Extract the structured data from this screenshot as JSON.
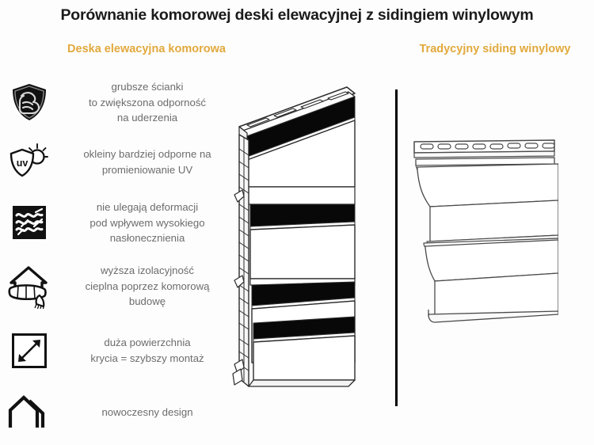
{
  "title": "Porównanie komorowej deski elewacyjnej z sidingiem winylowym",
  "headings": {
    "left": "Deska elewacyjna komorowa",
    "right": "Tradycyjny siding winylowy"
  },
  "colors": {
    "accent": "#e2a93c",
    "title": "#1b1b1b",
    "body_text": "#6c6c6c",
    "line_art": "#000000",
    "background": "#fdfdfd"
  },
  "features": [
    {
      "icon": "shield-muscle-icon",
      "lines": [
        "grubsze ścianki",
        "to zwiększona odporność",
        "na uderzenia"
      ],
      "text": "grubsze ścianki to zwiększona odporność na uderzenia"
    },
    {
      "icon": "uv-shield-sun-icon",
      "lines": [
        "okleiny bardziej odporne na",
        "promieniowanie UV"
      ],
      "text": "okleiny bardziej odporne na promieniowanie UV"
    },
    {
      "icon": "heat-waves-icon",
      "lines": [
        "nie ulegają deformacji",
        "pod wpływem wysokiego",
        "nasłonecznienia"
      ],
      "text": "nie ulegają deformacji pod wpływem wysokiego nasłonecznienia"
    },
    {
      "icon": "house-scarf-icon",
      "lines": [
        "wyższa izolacyjność",
        "cieplna poprzez komorową",
        "budowę"
      ],
      "text": "wyższa izolacyjność cieplna poprzez komorową budowę"
    },
    {
      "icon": "diagonal-arrow-square-icon",
      "lines": [
        "duża powierzchnia",
        "krycia = szybszy montaż"
      ],
      "text": "duża powierzchnia krycia = szybszy montaż"
    },
    {
      "icon": "modern-house-outline-icon",
      "lines": [
        "nowoczesny design"
      ],
      "text": "nowoczesny design"
    }
  ],
  "illustrations": {
    "left": {
      "name": "cellular-facade-board-drawing",
      "label": "Deska elewacyjna komorowa"
    },
    "right": {
      "name": "vinyl-siding-drawing",
      "label": "Tradycyjny siding winylowy"
    }
  }
}
